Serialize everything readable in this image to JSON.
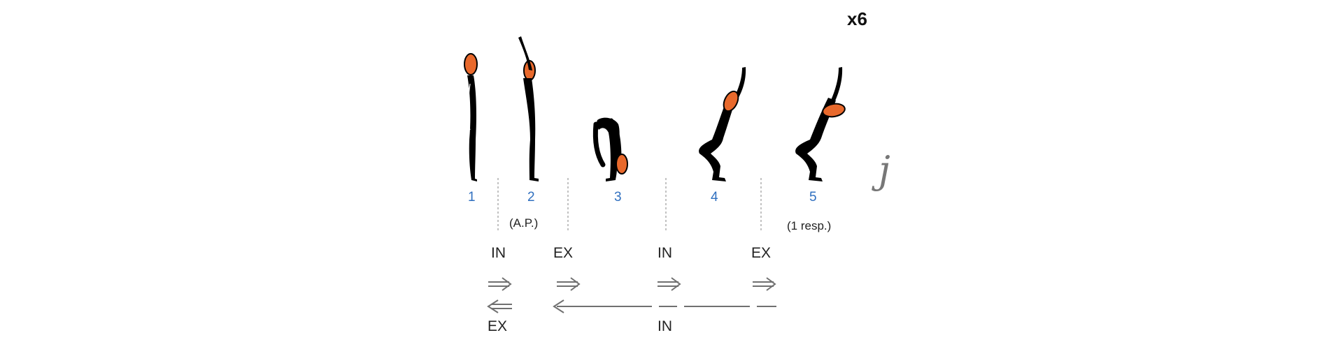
{
  "repeat_label": "x6",
  "end_mark": "j",
  "colors": {
    "figure": "#000000",
    "head": "#e8692c",
    "step_number": "#2f6fbf",
    "arrow": "#707070",
    "divider": "#9a9a9a"
  },
  "steps": [
    {
      "number": "1",
      "note": ""
    },
    {
      "number": "2",
      "note": "(A.P.)"
    },
    {
      "number": "3",
      "note": ""
    },
    {
      "number": "4",
      "note": ""
    },
    {
      "number": "5",
      "note": "(1 resp.)"
    }
  ],
  "breath_top": [
    "IN",
    "EX",
    "IN",
    "EX"
  ],
  "breath_bottom": [
    "EX",
    "IN"
  ]
}
